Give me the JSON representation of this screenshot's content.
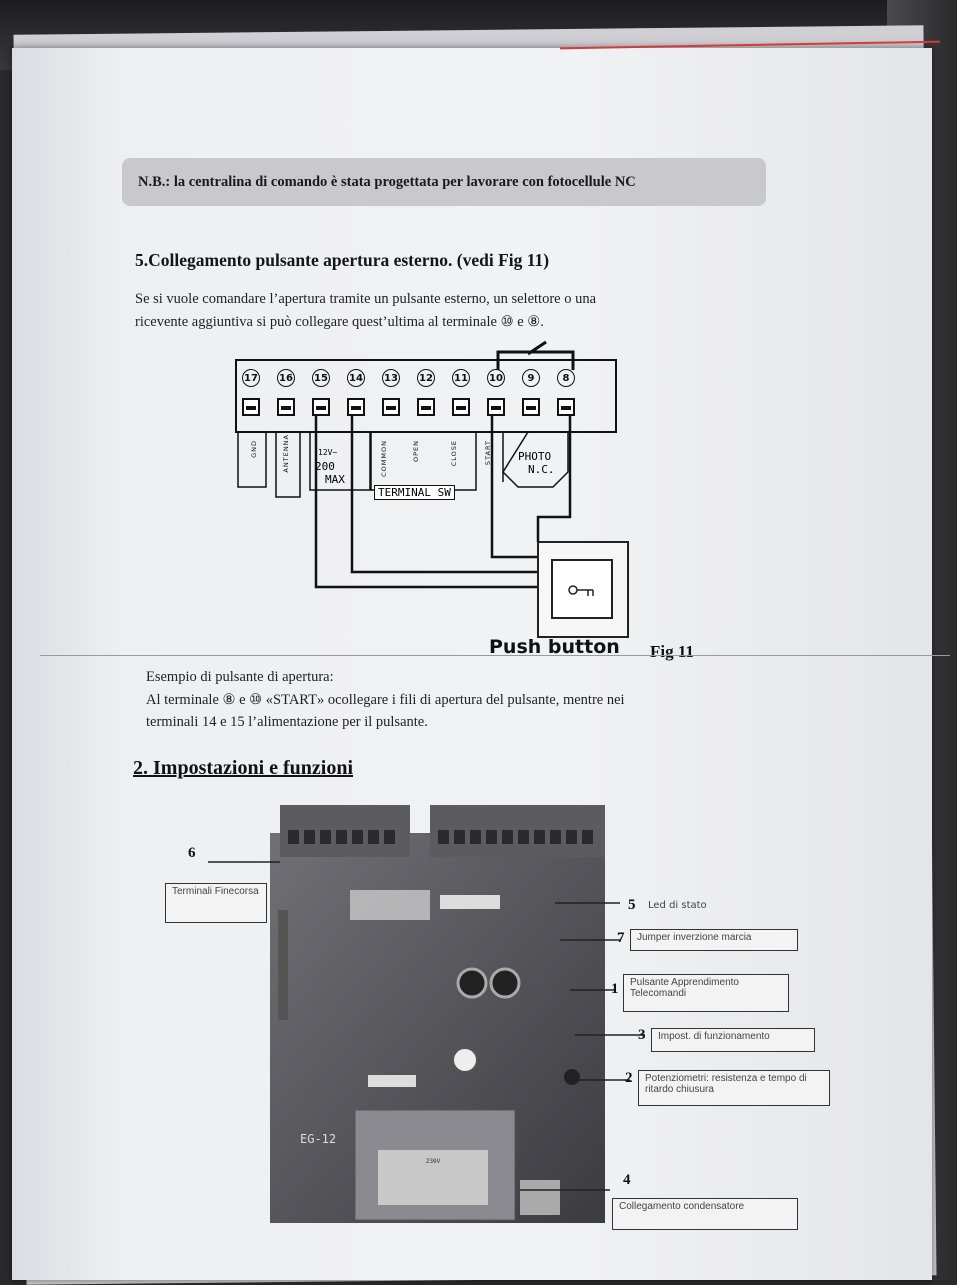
{
  "note": "N.B.: la centralina di comando è stata progettata per lavorare con fotocellule NC",
  "section5": {
    "title": "5.Collegamento pulsante apertura esterno. (vedi Fig 11)",
    "line1": "Se si vuole comandare l’apertura tramite un pulsante esterno, un selettore o una",
    "line2": "ricevente aggiuntiva si può collegare quest’ultima al terminale ⑩ e ⑧."
  },
  "fig11": {
    "terminals": [
      "17",
      "16",
      "15",
      "14",
      "13",
      "12",
      "11",
      "10",
      "9",
      "8"
    ],
    "labels": {
      "gnd": "GND",
      "antenna": "ANTENNA",
      "volt": "12V~",
      "power": "200",
      "max": "MAX",
      "common": "COMMON",
      "open": "OPEN",
      "close": "CLOSE",
      "start": "START",
      "terminal_sw": "TERMINAL SW",
      "photo": "PHOTO",
      "nc": "N.C."
    },
    "push_button": "Push button",
    "caption": "Fig 11"
  },
  "example": {
    "title": "Esempio di pulsante di apertura:",
    "line1": "Al terminale ⑧ e ⑩ «START» ocollegare i fili di apertura del pulsante, mentre nei",
    "line2": "terminali 14 e 15 l’alimentazione per il pulsante."
  },
  "section2": {
    "title": "2. Impostazioni e funzioni"
  },
  "board": {
    "model": "EG-12",
    "transformer_text": "230V"
  },
  "callouts": [
    {
      "num": "6",
      "text": ""
    },
    {
      "num": "",
      "text": "Terminali Finecorsa"
    },
    {
      "num": "5",
      "text": "Led di stato"
    },
    {
      "num": "7",
      "text": "Jumper inverzione marcia"
    },
    {
      "num": "1",
      "text": "Pulsante Apprendimento Telecomandi"
    },
    {
      "num": "3",
      "text": "Impost. di funzionamento"
    },
    {
      "num": "2",
      "text": "Potenziometri: resistenza e tempo di ritardo chiusura"
    },
    {
      "num": "4",
      "text": "Collegamento condensatore"
    }
  ]
}
